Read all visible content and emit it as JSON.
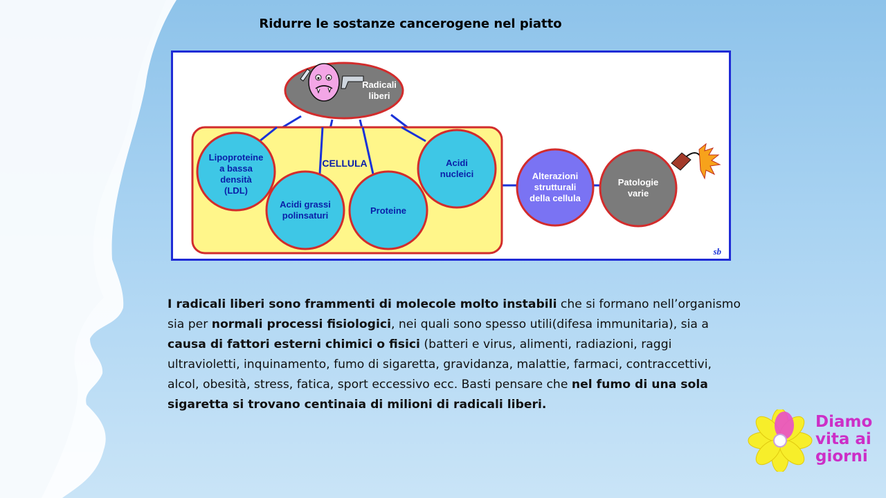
{
  "slide": {
    "title": "Ridurre le sostanze cancerogene nel piatto"
  },
  "diagram": {
    "radicals": [
      "Radicali",
      "liberi"
    ],
    "cell_label": "CELLULA",
    "nodes": {
      "ldl": [
        "Lipoproteine",
        "a bassa",
        "densità",
        "(LDL)"
      ],
      "acidi_grassi": [
        "Acidi grassi",
        "polinsaturi"
      ],
      "proteine": [
        "Proteine"
      ],
      "acidi_nucleici": [
        "Acidi",
        "nucleici"
      ],
      "alterazioni": [
        "Alterazioni",
        "strutturali",
        "della cellula"
      ],
      "patologie": [
        "Patologie",
        "varie"
      ]
    },
    "signature": "sb",
    "colors": {
      "frame_border": "#1f2bd6",
      "cell_fill": "#fff68a",
      "cell_border": "#d22c2c",
      "node_fill": "#3ec7e6",
      "node_text": "#0a1fa8",
      "alterazioni_fill": "#7a73f3",
      "patologie_fill": "#7b7b7b",
      "connector": "#1a32d8"
    }
  },
  "paragraph": [
    {
      "text": "I radicali liberi sono frammenti di molecole molto instabili",
      "bold": true
    },
    {
      "text": " che si formano nell’organismo sia per ",
      "bold": false
    },
    {
      "text": "normali processi fisiologici",
      "bold": true
    },
    {
      "text": ", nei quali sono spesso utili(difesa immunitaria), sia a ",
      "bold": false
    },
    {
      "text": "causa di fattori esterni chimici o fisici",
      "bold": true
    },
    {
      "text": " (batteri e virus, alimenti, radiazioni, raggi ultravioletti, inquinamento, fumo di sigaretta, gravidanza, malattie, farmaci, contraccettivi, alcol, obesità, stress, fatica, sport eccessivo ecc. Basti pensare che ",
      "bold": false
    },
    {
      "text": "nel fumo di una sola sigaretta si trovano centinaia di milioni di radicali liberi.",
      "bold": true
    }
  ],
  "logo": {
    "lines": [
      "Diamo",
      "vita ai",
      "giorni"
    ],
    "color": "#cc2fc7"
  }
}
